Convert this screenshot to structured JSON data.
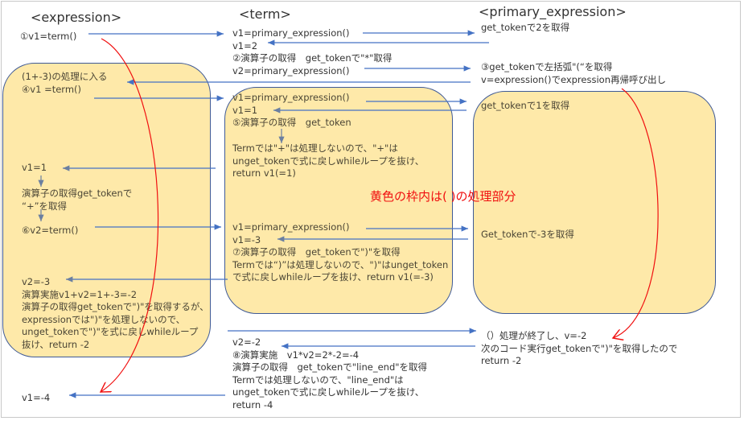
{
  "titles": {
    "expression": "<expression>",
    "term": "<term>",
    "primary": "<primary_expression>"
  },
  "note": "黄色の枠内は( )の処理部分",
  "expr": {
    "l1": "①v1=term()",
    "a1": [
      "(1+-3)の処理に入る",
      "④v1 =term()"
    ],
    "a2": "v1=1",
    "a3": [
      "演算子の取得get_tokenで",
      "“+”を取得"
    ],
    "a4": "⑥v2=term()",
    "a5": [
      "v2=-3",
      "演算実施v1+v2=1+-3=-2",
      "演算子の取得get_tokenで\")\"を取得するが、",
      "expressionでは\")\"を処理しないので、",
      "unget_tokenで\")\"を式に戻しwhileループ",
      "抜け、return -2"
    ],
    "final": "v1=-4"
  },
  "term": {
    "b0": [
      "v1=primary_expression()",
      "v1=2",
      "②演算子の取得　get_tokenで\"*\"取得",
      "v2=primary_expression()"
    ],
    "b1": [
      "v1=primary_expression()",
      "v1=1",
      "⑤演算子の取得　get_token"
    ],
    "b2": [
      "Termでは\"+\"は処理しないので、\"+\"は",
      "unget_tokenで式に戻しwhileループを抜け、",
      "return v1(=1)"
    ],
    "b3": [
      "v1=primary_expression()",
      "v1=-3",
      "⑦演算子の取得　get_tokenで\")\"を取得",
      "Termでは“)”は処理しないので、\")\"はunget_token",
      "で式に戻しwhileループを抜け、return v1(=-3)"
    ],
    "b4": [
      "v2=-2",
      "⑧演算実施　v1*v2=2*-2=-4",
      "演算子の取得　get_tokenで\"line_end\"を取得",
      "Termでは処理しないので、\"line_end\"は",
      "unget_tokenで式に戻しwhileループを抜け、",
      "return -4"
    ]
  },
  "primary": {
    "p1": "get_tokenで2を取得",
    "p2": [
      "③get_tokenで左括弧\"(“を取得",
      "v=expression()でexpression再帰呼び出し"
    ],
    "p3": "get_tokenで1を取得",
    "p4": "Get_tokenで-3を取得",
    "p5": [
      "（）処理が終了し、v=-2",
      "次のコード実行get_tokenで\")\"を取得したので",
      "return -2"
    ]
  },
  "colors": {
    "box_fill": "#fee9a9",
    "box_border": "#3f5a96",
    "arrow": "#4472c4",
    "recursion": "#f01010"
  }
}
